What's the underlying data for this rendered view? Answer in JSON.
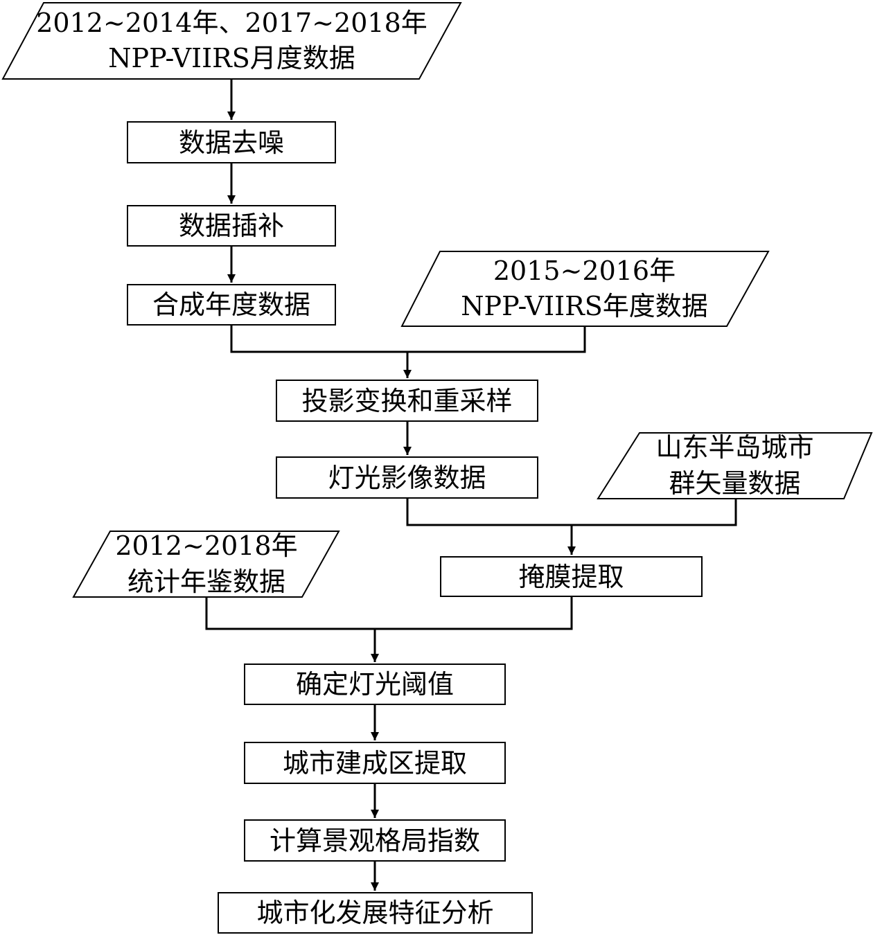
{
  "inputs": {
    "monthly_data": {
      "line1": "2012~2014年、2017~2018年",
      "line2": "NPP-VIIRS月度数据"
    },
    "annual_data": {
      "line1": "2015~2016年",
      "line2": "NPP-VIIRS年度数据"
    },
    "vector_data": {
      "line1": "山东半岛城市",
      "line2": "群矢量数据"
    },
    "yearbook_data": {
      "line1": "2012~2018年",
      "line2": "统计年鉴数据"
    }
  },
  "steps": {
    "denoise": "数据去噪",
    "interpolate": "数据插补",
    "composite": "合成年度数据",
    "reproject": "投影变换和重采样",
    "light_image": "灯光影像数据",
    "mask_extract": "掩膜提取",
    "threshold": "确定灯光阈值",
    "builtup_extract": "城市建成区提取",
    "landscape_index": "计算景观格局指数",
    "analysis": "城市化发展特征分析"
  }
}
